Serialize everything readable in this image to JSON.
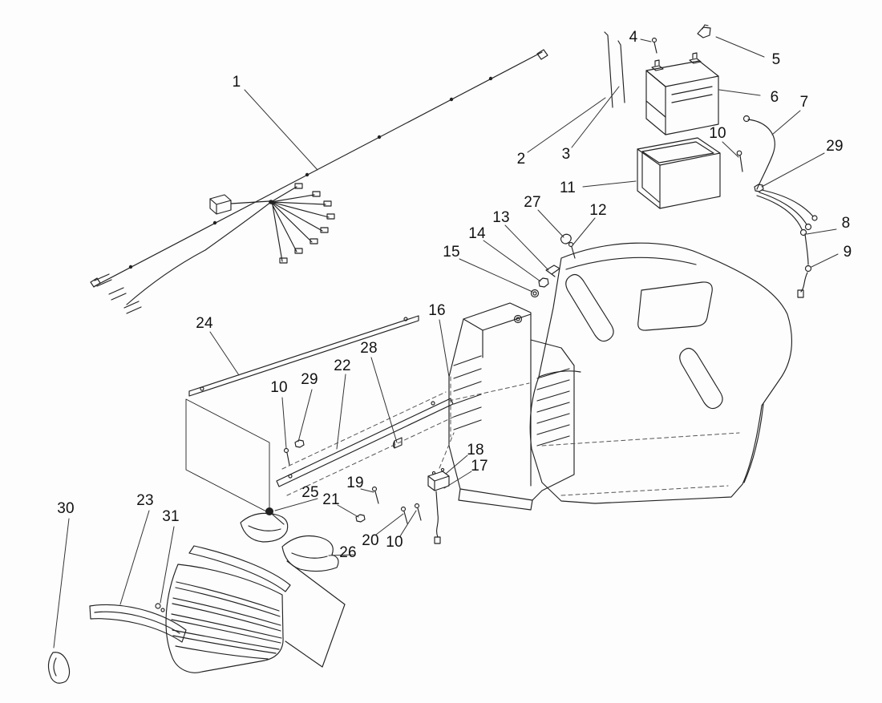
{
  "callouts": [
    {
      "label": "1"
    },
    {
      "label": "2"
    },
    {
      "label": "3"
    },
    {
      "label": "4"
    },
    {
      "label": "5"
    },
    {
      "label": "6"
    },
    {
      "label": "7"
    },
    {
      "label": "8"
    },
    {
      "label": "9"
    },
    {
      "label": "10"
    },
    {
      "label": "29"
    },
    {
      "label": "11"
    },
    {
      "label": "27"
    },
    {
      "label": "12"
    },
    {
      "label": "13"
    },
    {
      "label": "14"
    },
    {
      "label": "15"
    },
    {
      "label": "16"
    },
    {
      "label": "24"
    },
    {
      "label": "28"
    },
    {
      "label": "22"
    },
    {
      "label": "29"
    },
    {
      "label": "10"
    },
    {
      "label": "18"
    },
    {
      "label": "17"
    },
    {
      "label": "19"
    },
    {
      "label": "25"
    },
    {
      "label": "21"
    },
    {
      "label": "20"
    },
    {
      "label": "10"
    },
    {
      "label": "26"
    },
    {
      "label": "30"
    },
    {
      "label": "23"
    },
    {
      "label": "31"
    }
  ],
  "line_color": "#222222",
  "background_color": "#fdfdfd"
}
